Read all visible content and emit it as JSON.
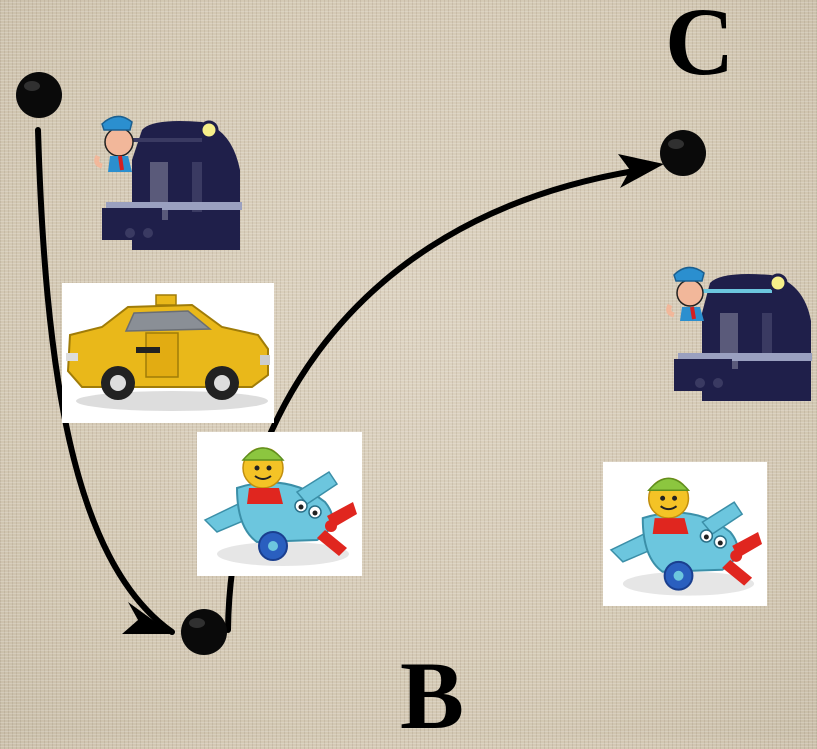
{
  "labels": {
    "point_c": "C",
    "point_b": "B"
  },
  "colors": {
    "background": "#d8cdb9",
    "ink": "#000000",
    "taxi_yellow": "#e9b81a",
    "train_navy": "#1f1f4a",
    "plane_blue": "#6cc6de",
    "propeller_red": "#e0261f"
  },
  "icons": [
    "dot-a",
    "dot-b",
    "dot-c",
    "train-icon",
    "taxi-icon",
    "toy-plane-icon"
  ]
}
